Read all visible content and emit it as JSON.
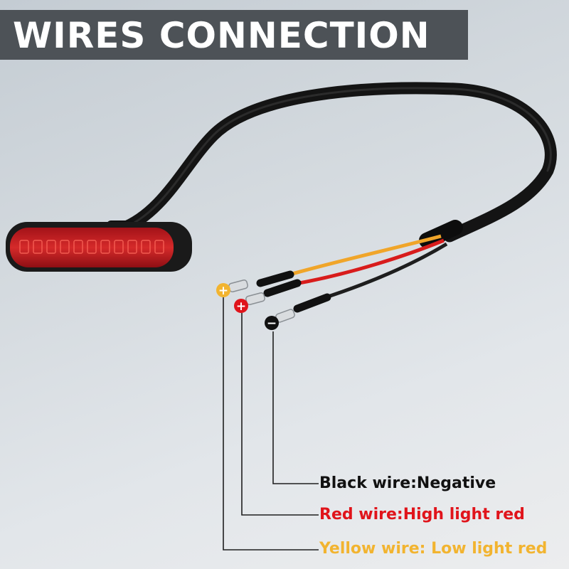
{
  "title": "WIRES CONNECTION",
  "colors": {
    "title_bg": "#4d5257",
    "title_text": "#ffffff",
    "black_label": "#111111",
    "red_label": "#e0141b",
    "yellow_label": "#f2b430",
    "led_red": "#d21e1e"
  },
  "connectors": [
    {
      "wire": "yellow",
      "symbol": "+",
      "icon": "plus-icon"
    },
    {
      "wire": "red",
      "symbol": "+",
      "icon": "plus-icon"
    },
    {
      "wire": "black",
      "symbol": "−",
      "icon": "minus-icon"
    }
  ],
  "labels": {
    "black": {
      "prefix": "Black wire:",
      "text": "Negative"
    },
    "red": {
      "prefix": "Red wire:",
      "text": "High light red"
    },
    "yellow": {
      "prefix": "Yellow wire: ",
      "text": "Low light red"
    }
  }
}
